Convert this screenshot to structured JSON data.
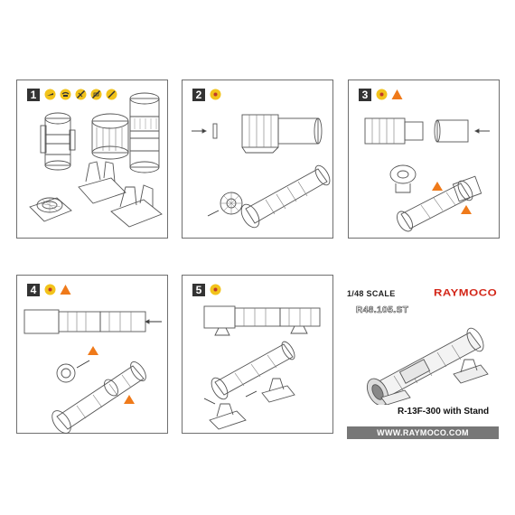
{
  "steps": [
    {
      "number": "1"
    },
    {
      "number": "2"
    },
    {
      "number": "3"
    },
    {
      "number": "4"
    },
    {
      "number": "5"
    }
  ],
  "info": {
    "scale": "1/48 SCALE",
    "code": "R48.105.ST",
    "brand": "RAYMOCO",
    "product": "R-13F-300 with Stand",
    "url": "WWW.RAYMOCO.COM"
  },
  "colors": {
    "glue_icon": "#f2c31b",
    "warning_icon": "#ef7a1a",
    "frame": "#6f6f6f",
    "url_bar": "#777777",
    "brand": "#d32517"
  },
  "icon_names": [
    "knife-icon",
    "sanding-icon",
    "no-cut-icon",
    "no-sand-icon",
    "glue-icon",
    "warning-icon"
  ]
}
